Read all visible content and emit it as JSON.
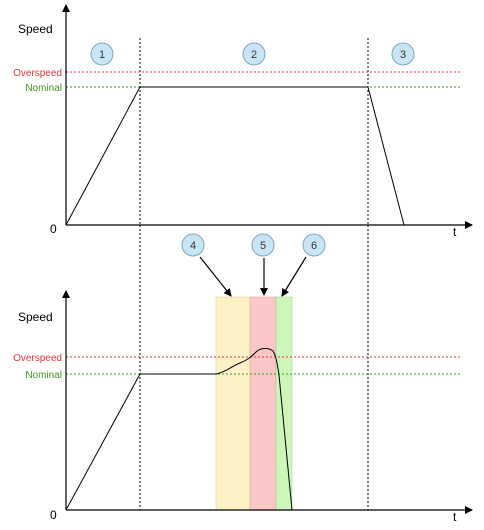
{
  "colors": {
    "overspeed": "#e8353b",
    "nominal": "#3a9a1a",
    "phase_bubble_fill": "#c9e4f4",
    "phase_bubble_stroke": "#7fa7c4",
    "zone_yellow": "#fdf1c6",
    "zone_red": "#fbc6c6",
    "zone_green": "#cdf7b9"
  },
  "top_chart": {
    "ylabel": "Speed",
    "xlabel": "t",
    "origin_label": "0",
    "overspeed_label": "Overspeed",
    "nominal_label": "Nominal",
    "phases": [
      "1",
      "2",
      "3"
    ]
  },
  "bottom_chart": {
    "ylabel": "Speed",
    "xlabel": "t",
    "origin_label": "0",
    "overspeed_label": "Overspeed",
    "nominal_label": "Nominal",
    "zones": [
      "4",
      "5",
      "6"
    ]
  }
}
